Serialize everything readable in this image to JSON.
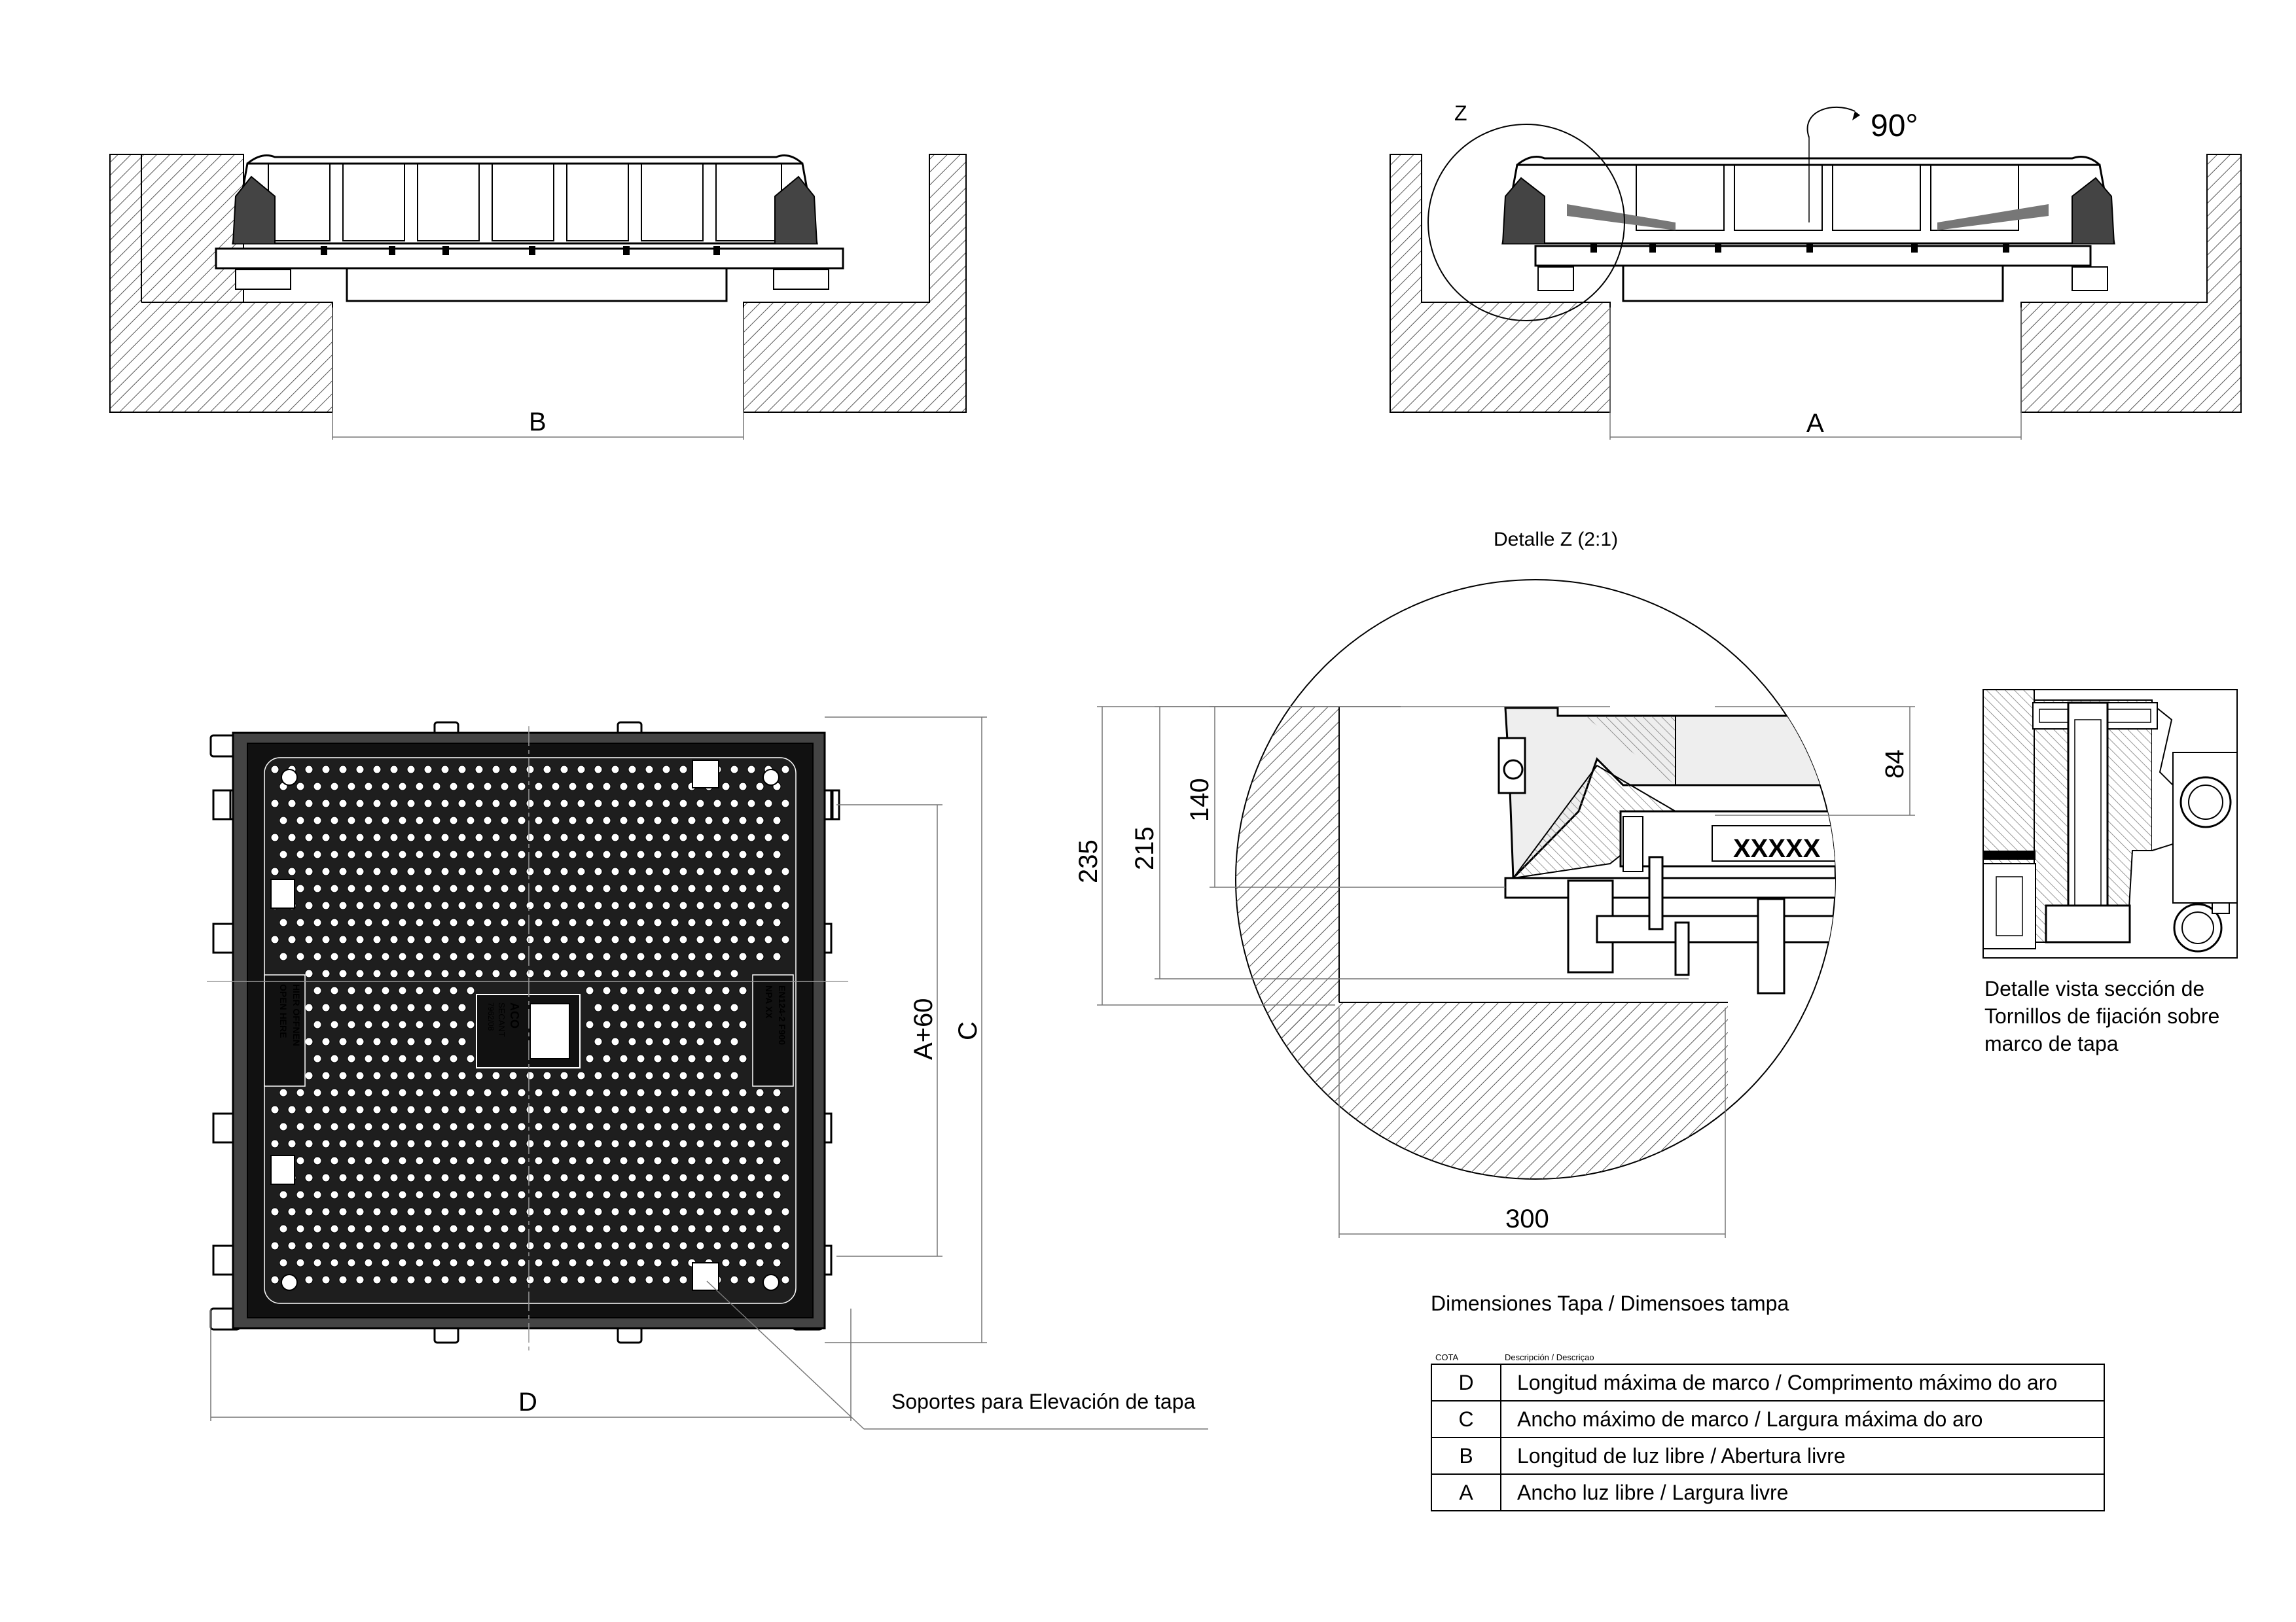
{
  "drawing": {
    "section_b": {
      "dimension_label": "B"
    },
    "section_a": {
      "dimension_label": "A",
      "detail_marker": "Z",
      "rotation_label": "90°"
    },
    "plan_view": {
      "dimension_d": "D",
      "dimension_c": "C",
      "dimension_a60": "A+60",
      "cover_text_left": [
        "HIER ÖFFNEN",
        "OPEN HERE"
      ],
      "cover_text_right": [
        "EN124-2 F900",
        "NPA XX"
      ],
      "cover_logo": [
        "ACO",
        "SECANT",
        "7962/08"
      ]
    },
    "detail_z": {
      "title": "Detalle Z (2:1)",
      "dim_235": "235",
      "dim_215": "215",
      "dim_140": "140",
      "dim_84": "84",
      "dim_300": "300",
      "marking": "XXXXX"
    },
    "section_detail": {
      "note_lines": [
        "Detalle vista sección de",
        "Tornillos de fijación sobre",
        "marco de tapa"
      ]
    },
    "callout_soportes": "Soportes para Elevación de tapa"
  },
  "dimension_table": {
    "title": "Dimensiones Tapa / Dimensoes tampa",
    "header_code": "COTA",
    "header_desc": "Descripción / Descriçao",
    "rows": [
      {
        "code": "D",
        "description": "Longitud máxima de marco / Comprimento máximo do aro"
      },
      {
        "code": "C",
        "description": "Ancho máximo de marco / Largura máxima do aro"
      },
      {
        "code": "B",
        "description": "Longitud de luz libre / Abertura livre"
      },
      {
        "code": "A",
        "description": "Ancho luz libre / Largura livre"
      }
    ]
  }
}
